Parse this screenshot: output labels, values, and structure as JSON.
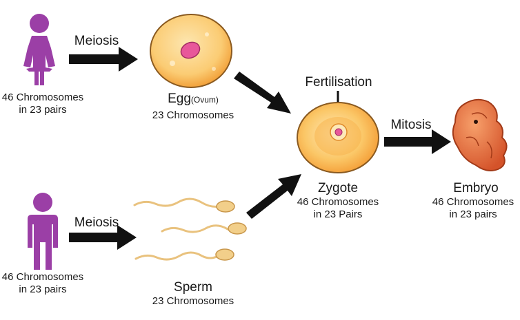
{
  "female": {
    "step": "Meiosis",
    "chromosomes": "46 Chromosomes",
    "pairs": "in 23 pairs"
  },
  "male": {
    "step": "Meiosis",
    "chromosomes": "46 Chromosomes",
    "pairs": "in 23 pairs"
  },
  "egg": {
    "title": "Egg",
    "subtitle": "(Ovum)",
    "chromosomes": "23 Chromosomes"
  },
  "sperm": {
    "title": "Sperm",
    "chromosomes": "23 Chromosomes"
  },
  "fertilisation": {
    "label": "Fertilisation"
  },
  "zygote": {
    "title": "Zygote",
    "chromosomes": "46 Chromosomes",
    "pairs": "in 23 Pairs"
  },
  "mitosis": {
    "label": "Mitosis"
  },
  "embryo": {
    "title": "Embryo",
    "chromosomes": "46 Chromosomes",
    "pairs": "in 23 pairs"
  },
  "colors": {
    "person": "#9b3fa6",
    "arrow": "#111111",
    "egg_outer": "#f6a93b",
    "egg_inner": "#fbd48a",
    "nucleus": "#e8579a",
    "sperm": "#f2cf8a",
    "embryo": "#e06a3a"
  }
}
